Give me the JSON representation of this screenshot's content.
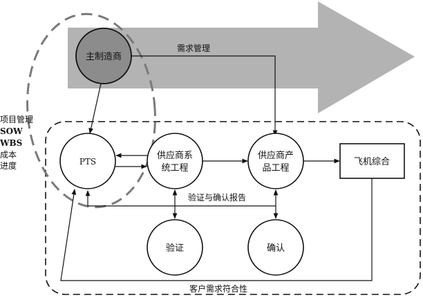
{
  "labels": {
    "main_manufacturer": "主制造商",
    "requirements_mgmt": "需求管理",
    "pts": "PTS",
    "supplier_sys_eng_1": "供应商系",
    "supplier_sys_eng_2": "统工程",
    "supplier_prod_eng_1": "供应商产",
    "supplier_prod_eng_2": "品工程",
    "aircraft_integration": "飞机综合",
    "verification_report": "验证与确认报告",
    "verification": "验证",
    "validation": "确认",
    "customer_compliance": "客户需求符合性"
  },
  "side_list": [
    "项目管理",
    "SOW",
    "WBS",
    "成本",
    "进度"
  ],
  "colors": {
    "big_arrow": "#b3b3b3",
    "main_circle": "#8c8c8c",
    "dashed_ellipse": "#7a7a7a",
    "stroke": "#111111"
  }
}
